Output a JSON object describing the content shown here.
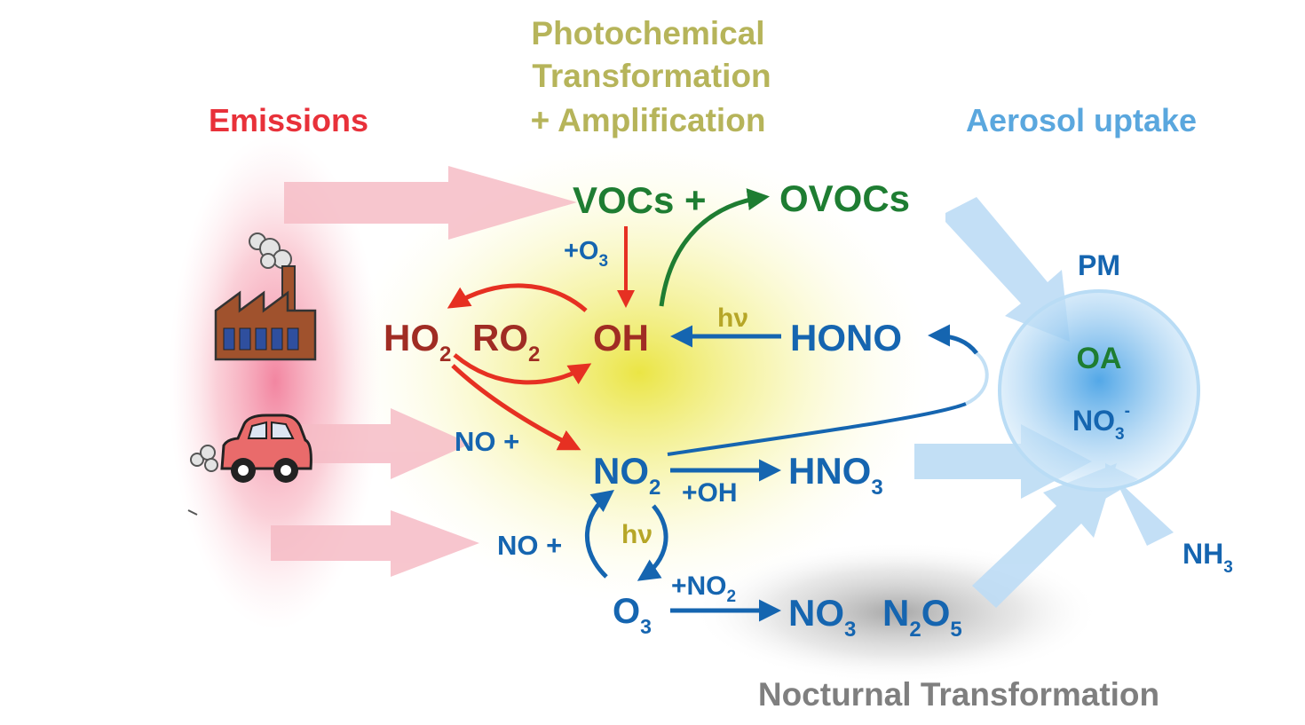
{
  "headings": {
    "emissions": "Emissions",
    "photochem_1": "Photochemical",
    "photochem_2": "Transformation",
    "photochem_3": "+ Amplification",
    "aerosol": "Aerosol uptake",
    "nocturnal": "Nocturnal Transformation"
  },
  "species": {
    "vocs": "VOCs +",
    "ovocs": "OVOCs",
    "plus_o3": "+O",
    "plus_o3_sub": "3",
    "ho2": "HO",
    "ho2_sub": "2",
    "ro2": "RO",
    "ro2_sub": "2",
    "oh": "OH",
    "hv_top": "hν",
    "hono": "HONO",
    "no_plus_1": "NO +",
    "no2": "NO",
    "no2_sub": "2",
    "plus_oh": "+OH",
    "hno3": "HNO",
    "hno3_sub": "3",
    "no_plus_2": "NO +",
    "hv_bottom": "hν",
    "o3": "O",
    "o3_sub": "3",
    "plus_no2": "+NO",
    "plus_no2_sub": "2",
    "no3": "NO",
    "no3_sub": "3",
    "n2o5": "N",
    "n2o5_sub1": "2",
    "n2o5_mid": "O",
    "n2o5_sub2": "5"
  },
  "particle": {
    "pm": "PM",
    "oa": "OA",
    "no3": "NO",
    "no3_sub": "3",
    "no3_sup": "-",
    "nh3": "NH",
    "nh3_sub": "3"
  },
  "colors": {
    "emissions": "#e8313a",
    "photochem": "#b6b45a",
    "aerosol": "#5aa7de",
    "nocturnal": "#7f7f7f",
    "green": "#1e7d32",
    "red": "#e63022",
    "darkred": "#a02c23",
    "blue": "#1565b0",
    "hv": "#b6a627"
  },
  "icons": [
    "factory-icon",
    "car-icon"
  ]
}
